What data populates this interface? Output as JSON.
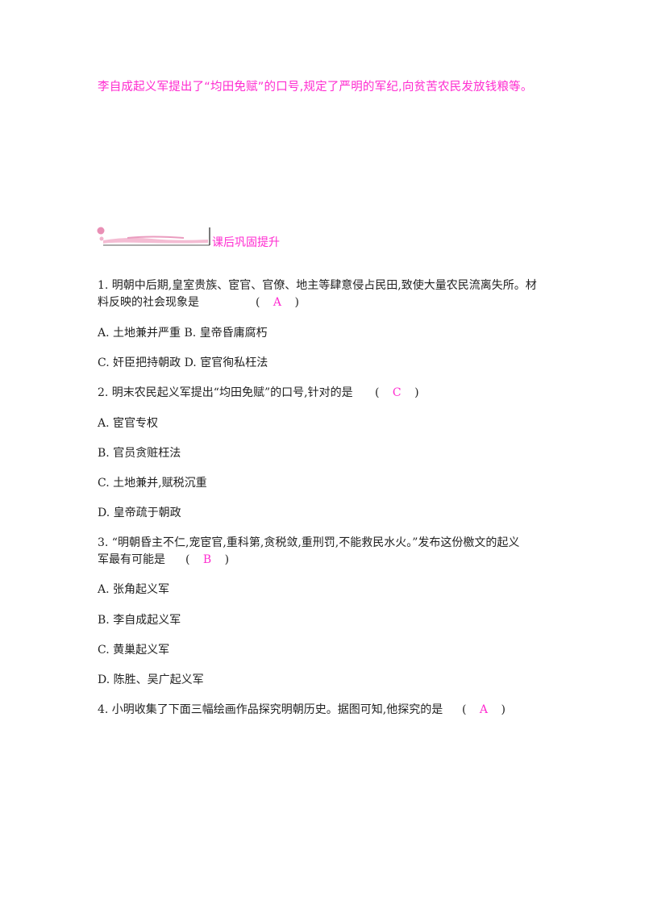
{
  "intro_text": "李自成起义军提出了“均田免赋”的口号,规定了严明的军纪,向贫苦农民发放钱粮等。",
  "section_title": "课后巩固提升",
  "questions": [
    {
      "stem_line1": "1. 明朝中后期,皇室贵族、宦官、官僚、地主等肆意侵占民田,致使大量农民流离失所。材",
      "stem_line2": "料反映的社会现象是",
      "answer": "A",
      "options_line1": "A. 土地兼并严重  B. 皇帝昏庸腐朽",
      "options_line2": "C. 奸臣把持朝政  D. 宦官徇私枉法"
    },
    {
      "stem_line1": "2. 明末农民起义军提出“均田免赋”的口号,针对的是",
      "answer": "C",
      "options": [
        "A. 宦官专权",
        "B. 官员贪赃枉法",
        "C. 土地兼并,赋税沉重",
        "D. 皇帝疏于朝政"
      ]
    },
    {
      "stem_line1": "3. “明朝昏主不仁,宠宦官,重科第,贪税敛,重刑罚,不能救民水火。”发布这份檄文的起义",
      "stem_line2": "军最有可能是",
      "answer": "B",
      "options": [
        "A. 张角起义军",
        "B. 李自成起义军",
        "C. 黄巢起义军",
        "D. 陈胜、吴广起义军"
      ]
    },
    {
      "stem_line1": "4. 小明收集了下面三幅绘画作品探究明朝历史。据图可知,他探究的是",
      "answer": "A"
    }
  ],
  "paren_open": "(",
  "paren_close": ")"
}
